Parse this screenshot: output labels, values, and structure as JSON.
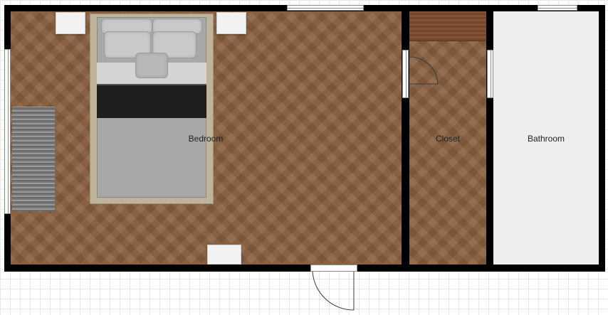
{
  "floorplan": {
    "rooms": [
      {
        "id": "bedroom",
        "label": "Bedroom"
      },
      {
        "id": "closet",
        "label": "Closet"
      },
      {
        "id": "bathroom",
        "label": "Bathroom"
      }
    ]
  },
  "colors": {
    "wall": "#000000",
    "wood_floor": "#8a6040",
    "bath_floor": "#efeded",
    "bed_blanket": "#1e1e1e",
    "grid_line": "#e8e8e8"
  }
}
